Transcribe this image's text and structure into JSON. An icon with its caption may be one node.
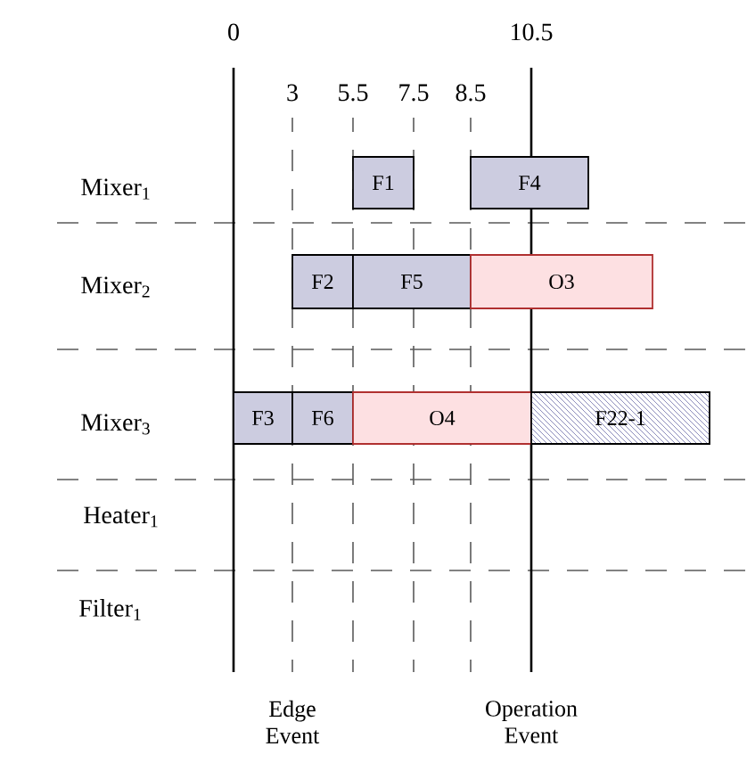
{
  "diagram": {
    "nodes": [
      {
        "text": [
          "F1"
        ]
      },
      {
        "text": [
          "F4"
        ]
      },
      {
        "text": [
          "F2"
        ]
      },
      {
        "text": [
          "F5"
        ]
      },
      {
        "text": [
          "O3"
        ]
      },
      {
        "text": [
          "F3"
        ]
      },
      {
        "text": [
          "F6"
        ]
      },
      {
        "text": [
          "O4"
        ]
      },
      {
        "text": [
          "F22-1"
        ]
      }
    ],
    "labels": [
      "0",
      "10.5",
      "3",
      "5.5",
      "7.5",
      "8.5",
      "Mixer$_{1}$",
      "Mixer$_{2}$",
      "Mixer$_{3}$",
      "Heater$_{1}$",
      "Filter$_{1}$",
      "Edge Event",
      "Operation Event"
    ]
  }
}
